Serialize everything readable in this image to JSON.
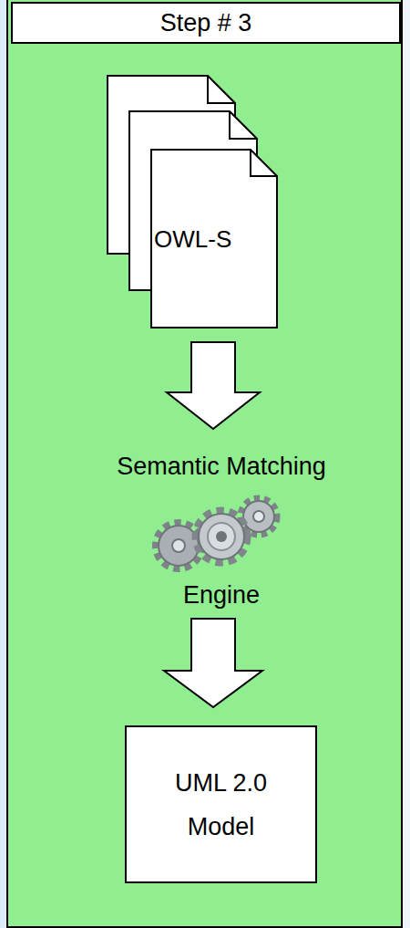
{
  "diagram": {
    "nodes": [
      {
        "text": [
          "Step # 3"
        ]
      },
      {
        "text": [
          "OWL-S"
        ]
      },
      {
        "text": [
          "UML 2.0 Model"
        ]
      }
    ],
    "labels": [
      "Semantic Matching",
      "Engine"
    ]
  }
}
